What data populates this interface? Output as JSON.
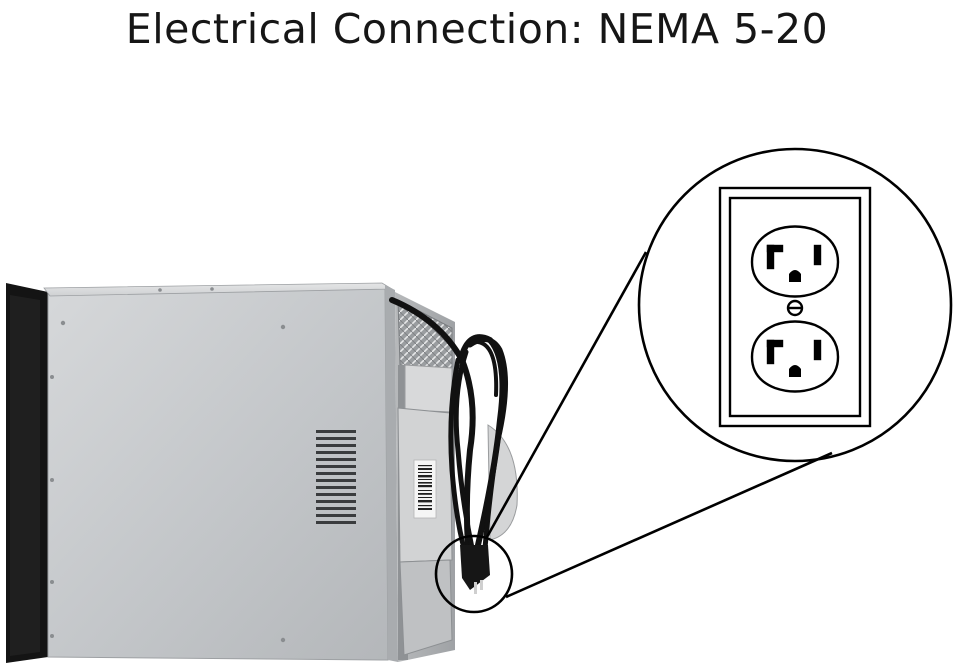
{
  "heading": {
    "title": "Electrical Connection: NEMA 5-20"
  },
  "illustration": {
    "subject": "built-in microwave oven side view with power cord",
    "callout": "NEMA 5-20 duplex receptacle",
    "colors": {
      "background": "#ffffff",
      "stainless": "#c9ccce",
      "trim": "#141414",
      "cord": "#111111",
      "outline": "#000000"
    }
  }
}
